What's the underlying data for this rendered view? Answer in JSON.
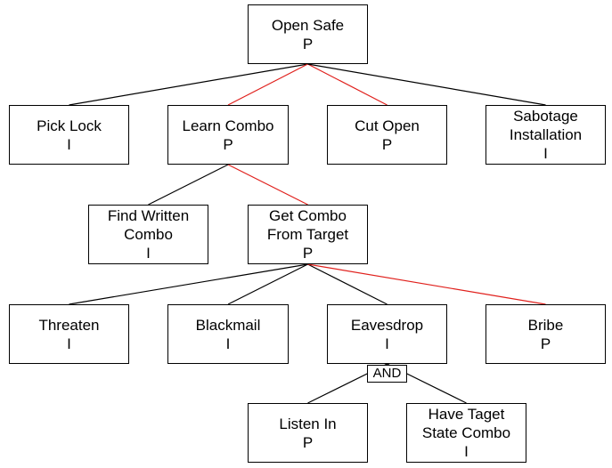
{
  "colors": {
    "normal_edge": "#000000",
    "highlight_edge": "#e0201c",
    "box_border": "#000000"
  },
  "nodes": {
    "open_safe": {
      "l1": "Open Safe",
      "status": "P"
    },
    "pick_lock": {
      "l1": "Pick Lock",
      "status": "I"
    },
    "learn_combo": {
      "l1": "Learn Combo",
      "status": "P"
    },
    "cut_open": {
      "l1": "Cut Open",
      "status": "P"
    },
    "sabotage": {
      "l1": "Sabotage",
      "l2": "Installation",
      "status": "I"
    },
    "find_written": {
      "l1": "Find Written",
      "l2": "Combo",
      "status": "I"
    },
    "get_combo": {
      "l1": "Get Combo",
      "l2": "From Target",
      "status": "P"
    },
    "threaten": {
      "l1": "Threaten",
      "status": "I"
    },
    "blackmail": {
      "l1": "Blackmail",
      "status": "I"
    },
    "eavesdrop": {
      "l1": "Eavesdrop",
      "status": "I"
    },
    "bribe": {
      "l1": "Bribe",
      "status": "P"
    },
    "listen_in": {
      "l1": "Listen In",
      "status": "P"
    },
    "have_target": {
      "l1": "Have Taget",
      "l2": "State Combo",
      "status": "I"
    }
  },
  "and_label": "AND",
  "edges": [
    {
      "from": "open_safe",
      "to": "pick_lock",
      "highlight": false
    },
    {
      "from": "open_safe",
      "to": "learn_combo",
      "highlight": true
    },
    {
      "from": "open_safe",
      "to": "cut_open",
      "highlight": true
    },
    {
      "from": "open_safe",
      "to": "sabotage",
      "highlight": false
    },
    {
      "from": "learn_combo",
      "to": "find_written",
      "highlight": false
    },
    {
      "from": "learn_combo",
      "to": "get_combo",
      "highlight": true
    },
    {
      "from": "get_combo",
      "to": "threaten",
      "highlight": false
    },
    {
      "from": "get_combo",
      "to": "blackmail",
      "highlight": false
    },
    {
      "from": "get_combo",
      "to": "eavesdrop",
      "highlight": false
    },
    {
      "from": "get_combo",
      "to": "bribe",
      "highlight": true
    },
    {
      "from": "eavesdrop",
      "to": "listen_in",
      "highlight": false
    },
    {
      "from": "eavesdrop",
      "to": "have_target",
      "highlight": false
    }
  ]
}
